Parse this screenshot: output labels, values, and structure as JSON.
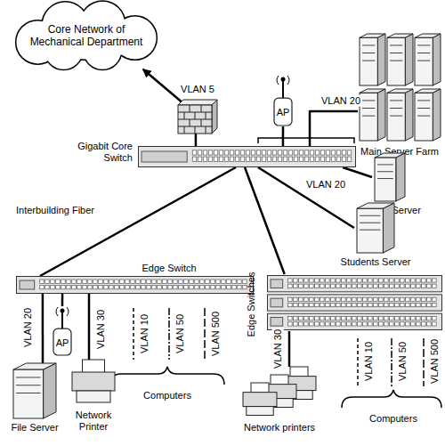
{
  "diagram": {
    "nodes": [
      {
        "text": [
          "Core Network of Mechanical Department"
        ]
      },
      {
        "text": [
          "Gigabit Core Switch"
        ]
      },
      {
        "text": [
          "AP"
        ]
      },
      {
        "text": [
          "Main Server Farm"
        ]
      },
      {
        "text": [
          "Radius Server"
        ]
      },
      {
        "text": [
          "Students Server"
        ]
      },
      {
        "text": [
          "Edge Switch"
        ]
      },
      {
        "text": [
          "File Server"
        ]
      },
      {
        "text": [
          "AP"
        ]
      },
      {
        "text": [
          "Network Printer"
        ]
      },
      {
        "text": [
          "Edge Switches"
        ]
      },
      {
        "text": [
          "Network printers"
        ]
      }
    ],
    "edges": [
      {
        "from": 1,
        "to": 0,
        "arrow": "to",
        "label": "VLAN 5"
      },
      {
        "from": 1,
        "to": 2,
        "arrow": "none"
      },
      {
        "from": 1,
        "to": 3,
        "arrow": "none",
        "label": "VLAN 20"
      },
      {
        "from": 1,
        "to": 4,
        "arrow": "none",
        "label": "VLAN 20"
      },
      {
        "from": 1,
        "to": 5,
        "arrow": "none"
      },
      {
        "from": 1,
        "to": 6,
        "arrow": "none",
        "label": "Interbuilding Fiber"
      },
      {
        "from": 1,
        "to": 10,
        "arrow": "none"
      },
      {
        "from": 6,
        "to": 7,
        "arrow": "none",
        "label": "VLAN 20"
      },
      {
        "from": 6,
        "to": 8,
        "arrow": "none"
      },
      {
        "from": 6,
        "to": 9,
        "arrow": "none",
        "label": "VLAN 30"
      },
      {
        "from": 10,
        "to": 11,
        "arrow": "none",
        "label": "VLAN 30"
      }
    ],
    "labels": [
      "VLAN 10",
      "VLAN 50",
      "VLAN 500",
      "Computers",
      "VLAN 10",
      "VLAN 50",
      "VLAN 500",
      "Computers"
    ]
  }
}
